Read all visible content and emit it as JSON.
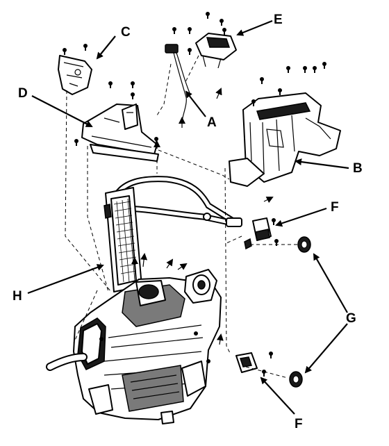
{
  "callouts": {
    "a": "A",
    "b": "B",
    "c": "C",
    "d": "D",
    "e": "E",
    "f_upper": "F",
    "f_lower": "F",
    "g": "G",
    "h": "H"
  }
}
